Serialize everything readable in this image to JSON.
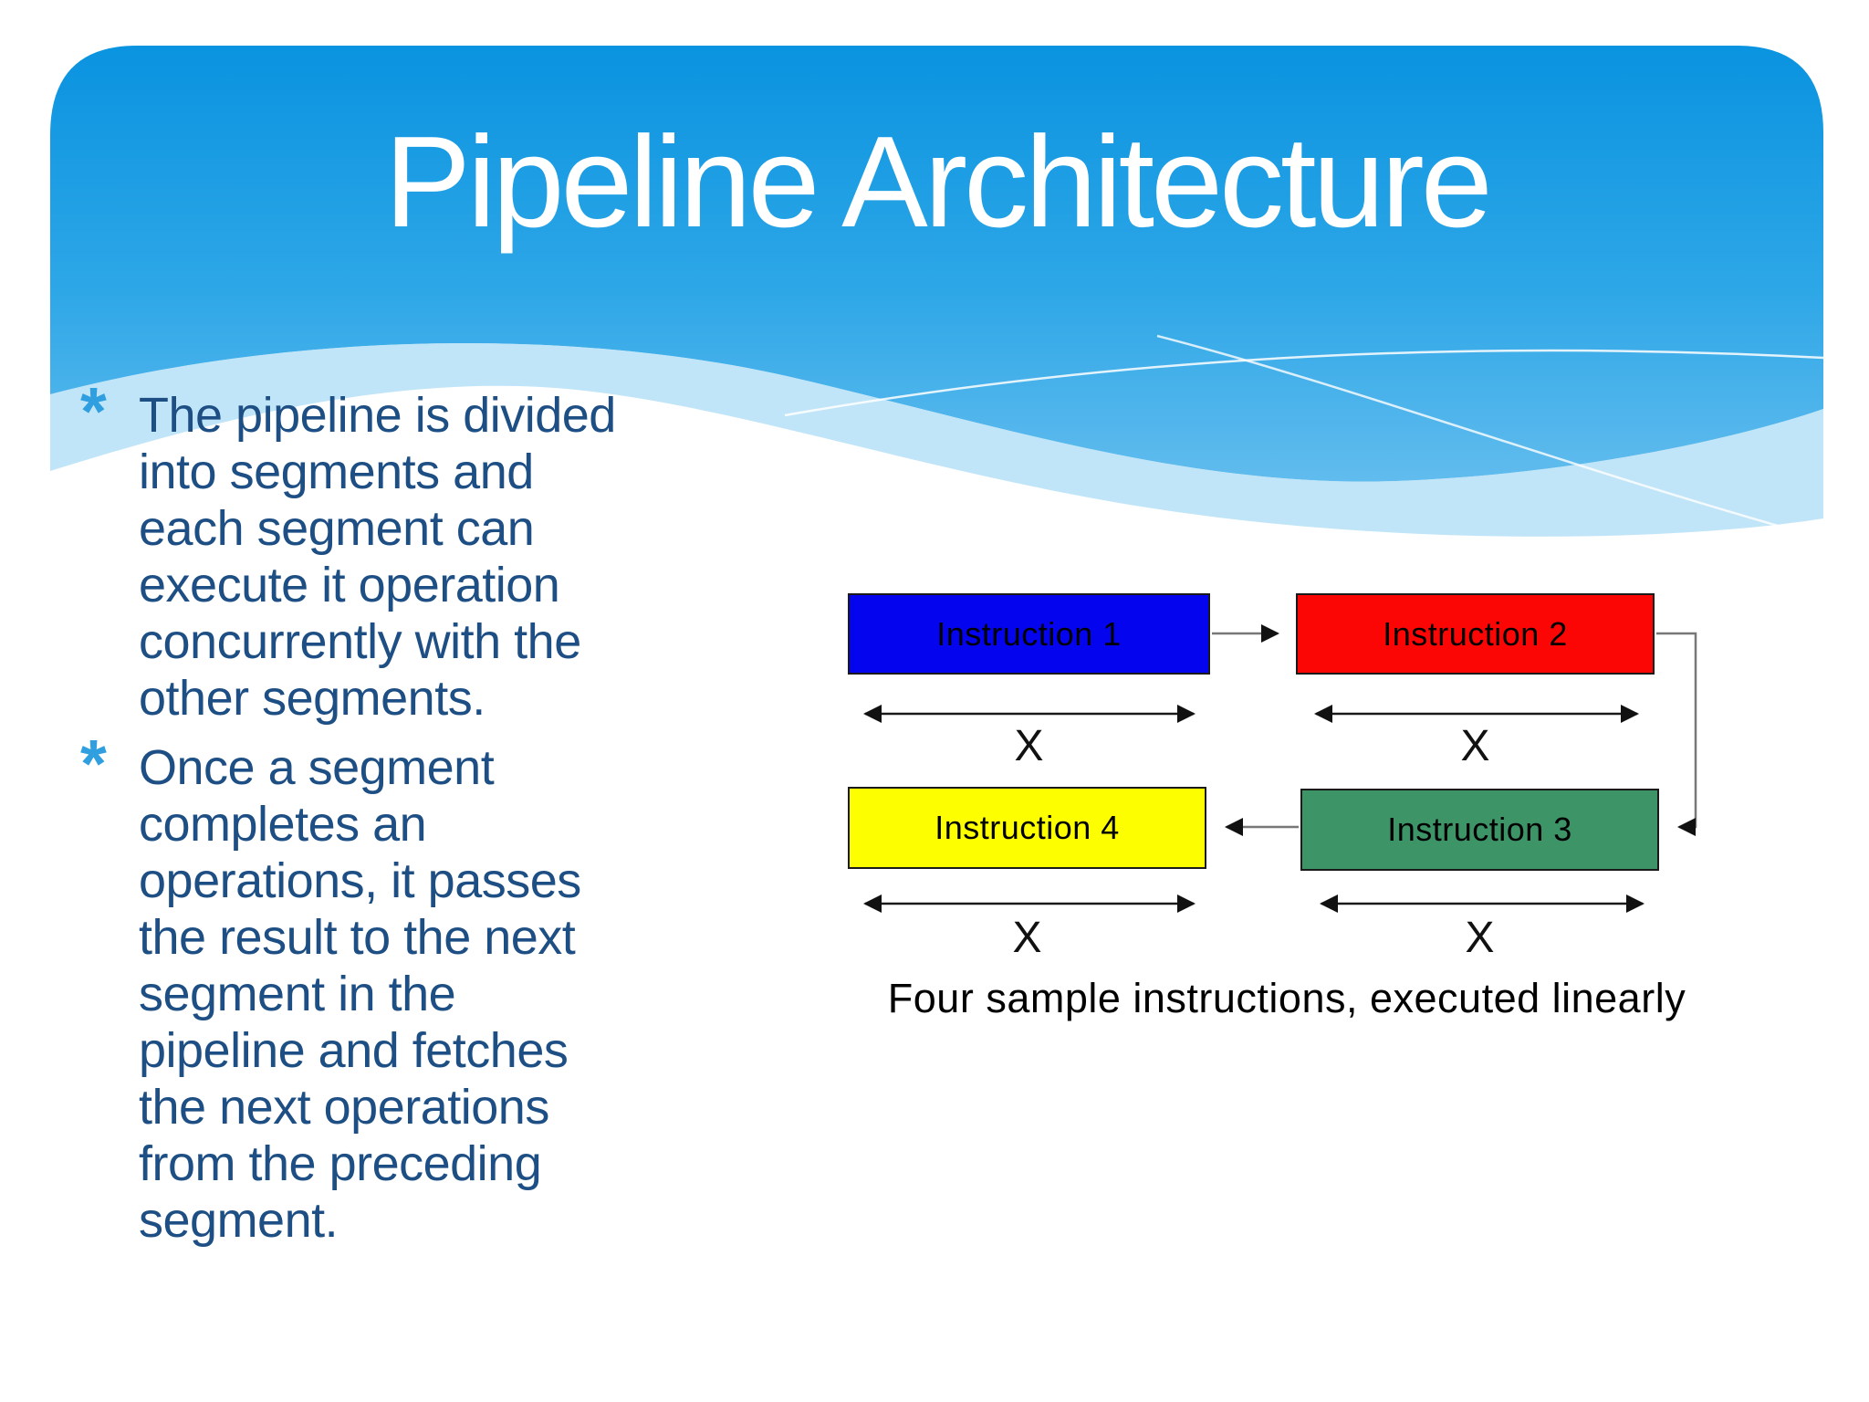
{
  "slide": {
    "title": "Pipeline Architecture",
    "bullet_glyph": "*",
    "bullets": [
      {
        "text": "The pipeline is divided\ninto segments and\neach segment can\nexecute it operation\nconcurrently with the\nother segments."
      },
      {
        "text": "Once a segment\ncompletes an\noperations, it passes\nthe result to the next\nsegment in the\npipeline and fetches\nthe next operations\nfrom the preceding\nsegment."
      }
    ],
    "colors": {
      "header_top": "#0a93e0",
      "header_bottom": "#64bdee",
      "body_text": "#1d4e84",
      "bullet_accent": "#2f9fdf",
      "arrow": "#1a1a1a"
    },
    "diagram": {
      "boxes": [
        {
          "label": "Instruction 1",
          "color": "#0404ee"
        },
        {
          "label": "Instruction 2",
          "color": "#fb0505"
        },
        {
          "label": "Instruction 3",
          "color": "#3d9467"
        },
        {
          "label": "Instruction 4",
          "color": "#fdff00"
        }
      ],
      "time_label": "X",
      "caption": "Four sample instructions, executed linearly"
    }
  }
}
